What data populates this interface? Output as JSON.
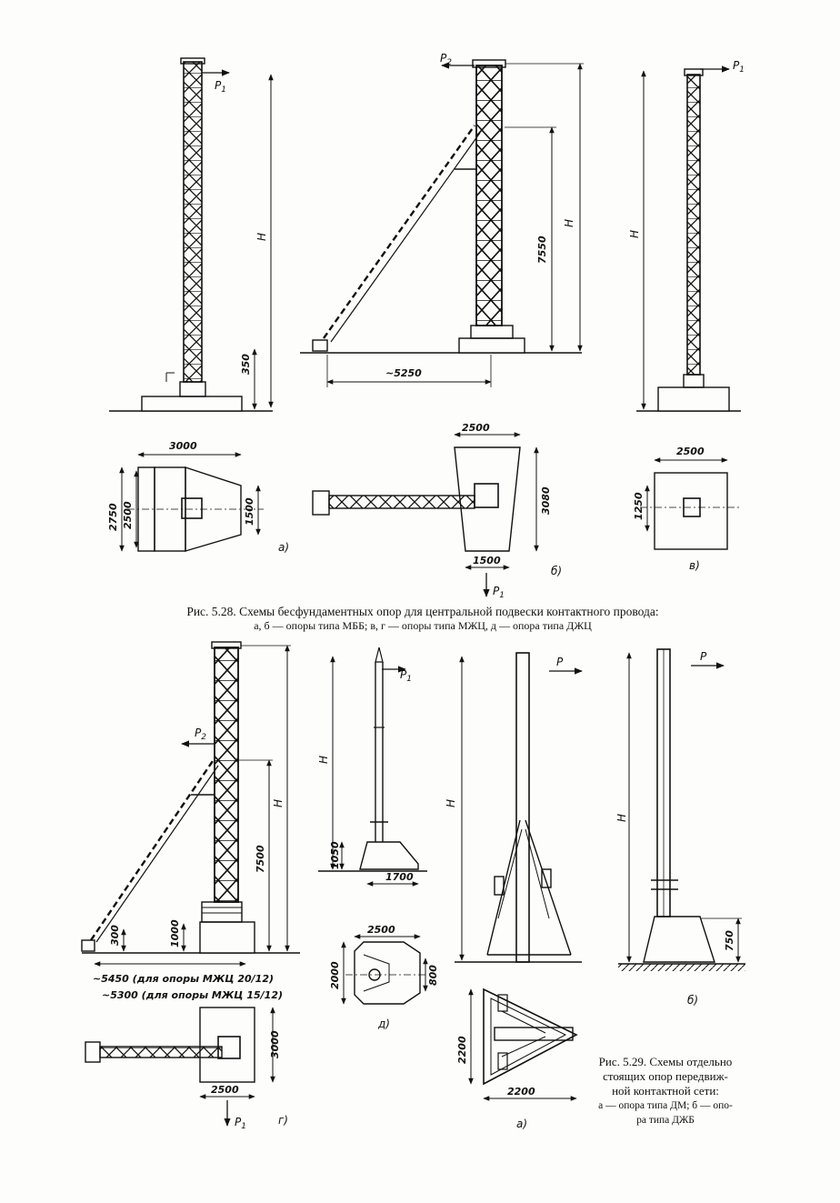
{
  "labels": {
    "p1": "P",
    "p1_sub": "1",
    "p2": "P",
    "p2_sub": "2",
    "p": "P",
    "h": "H",
    "a": "а)",
    "b": "б)",
    "v": "в)",
    "g": "г)",
    "d": "д)"
  },
  "dims": {
    "d350": "350",
    "d7550": "7550",
    "d5250": "~5250",
    "d3000": "3000",
    "d2750": "2750",
    "d2500": "2500",
    "d1500": "1500",
    "d3080": "3080",
    "d1250": "1250",
    "d7500": "7500",
    "d1000": "1000",
    "d300": "300",
    "d5450": "~5450 (для опоры МЖЦ 20/12)",
    "d5300": "~5300 (для опоры МЖЦ 15/12)",
    "d1050": "1050",
    "d1700": "1700",
    "d2000": "2000",
    "d800": "800",
    "d750": "750",
    "d2200": "2200"
  },
  "captions": {
    "fig528_title": "Рис. 5.28. Схемы бесфундаментных опор для центральной подвески контактного провода:",
    "fig528_sub": "а, б — опоры типа МББ; в, г — опоры типа МЖЦ, д — опора типа ДЖЦ",
    "fig529_l1": "Рис. 5.29. Схемы отдельно",
    "fig529_l2": "стоящих опор передвиж-",
    "fig529_l3": "ной контактной сети:",
    "fig529_l4": "а — опора типа ДМ; б — опо-",
    "fig529_l5": "ра типа ДЖБ"
  }
}
